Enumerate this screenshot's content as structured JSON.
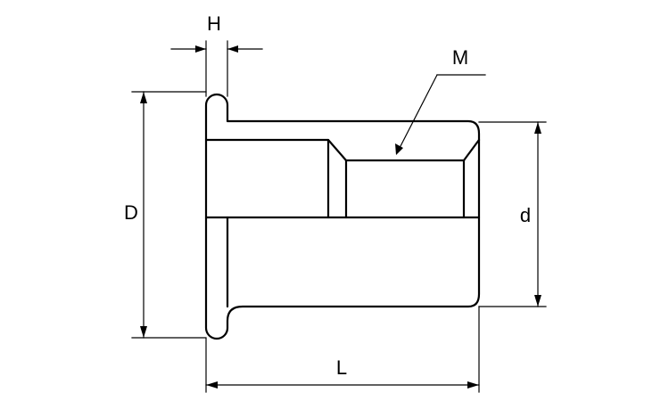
{
  "labels": {
    "H": "H",
    "M": "M",
    "D": "D",
    "d": "d",
    "L": "L"
  }
}
